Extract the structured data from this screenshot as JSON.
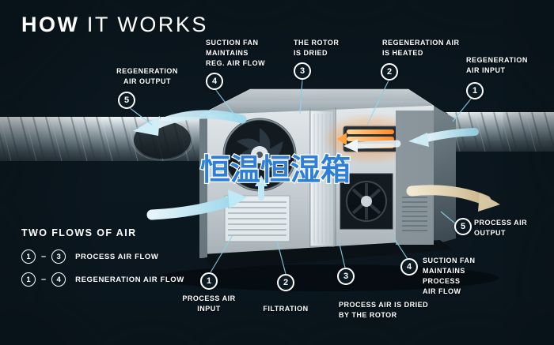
{
  "title": {
    "bold": "HOW",
    "light": "IT WORKS"
  },
  "center_overlay": "恒温恒湿箱",
  "callouts": {
    "top": [
      {
        "num": "5",
        "label": "REGENERATION\nAIR OUTPUT"
      },
      {
        "num": "4",
        "label": "SUCTION FAN\nMAINTAINS\nREG. AIR FLOW"
      },
      {
        "num": "3",
        "label": "THE ROTOR\nIS DRIED"
      },
      {
        "num": "2",
        "label": "REGENERATION AIR\nIS HEATED"
      },
      {
        "num": "1",
        "label": "REGENERATION\nAIR INPUT"
      }
    ],
    "bottom": [
      {
        "num": "1",
        "label": "PROCESS AIR\nINPUT"
      },
      {
        "num": "2",
        "label": "FILTRATION"
      },
      {
        "num": "3",
        "label": "PROCESS AIR IS DRIED\nBY THE ROTOR"
      },
      {
        "num": "4",
        "label": "SUCTION FAN\nMAINTAINS PROCESS\nAIR FLOW"
      },
      {
        "num": "5",
        "label": "PROCESS AIR\nOUTPUT"
      }
    ]
  },
  "legend": {
    "heading": "TWO FLOWS OF AIR",
    "rows": [
      {
        "from": "1",
        "dash": "–",
        "to": "3",
        "label": "PROCESS AIR FLOW"
      },
      {
        "from": "1",
        "dash": "–",
        "to": "4",
        "label": "REGENERATION AIR FLOW"
      }
    ]
  },
  "colors": {
    "background": "#1c3440",
    "callout_line": "#8fd9ee",
    "overlay_blue": "#2d7fd9",
    "heater_orange": "#ff9a3a",
    "process_air_blue": "#bfe9f6",
    "dry_air_tan": "#e8d9b8"
  }
}
